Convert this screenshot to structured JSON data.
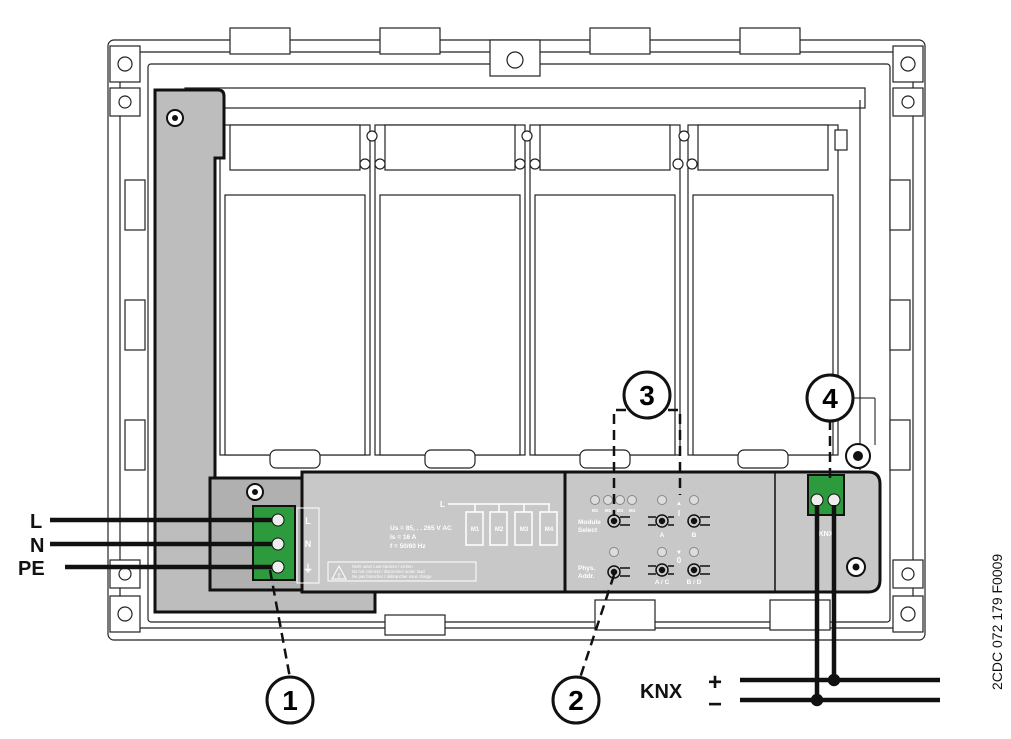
{
  "wires": {
    "L": "L",
    "N": "N",
    "PE": "PE"
  },
  "knx": {
    "label": "KNX",
    "plus": "+",
    "minus": "−",
    "terminal_label": "KNX",
    "terminal_minus": "−",
    "terminal_plus": "+"
  },
  "callouts": [
    "1",
    "2",
    "3",
    "4"
  ],
  "doc_code": "2CDC 072 179 F0009",
  "terminal": {
    "L": "L",
    "N": "N",
    "PE": "⏚"
  },
  "ratings": [
    "Us = 85, . . 265 V AC",
    "Is  = 16 A",
    "f   = 50/60 Hz"
  ],
  "bus_label": "L",
  "modules": [
    "M1",
    "M2",
    "M3",
    "M4"
  ],
  "warning": [
    "Nicht unter Last stecken / ziehen",
    "Do not connect / disconnect under load",
    "Ne pas brancher / débrancher sous charge"
  ],
  "leds": [
    "M1",
    "M2",
    "M3",
    "M4"
  ],
  "controls": {
    "module_select": [
      "Module",
      "Select"
    ],
    "phys_addr": [
      "Phys.",
      "Addr."
    ],
    "A": "A",
    "B": "B",
    "AC": "A / C",
    "BD": "B / D",
    "up": "I",
    "down": "0"
  },
  "colors": {
    "green": "#2e9a3e",
    "gray": "#c8c8c8",
    "dark_gray": "#a8a8a8"
  }
}
